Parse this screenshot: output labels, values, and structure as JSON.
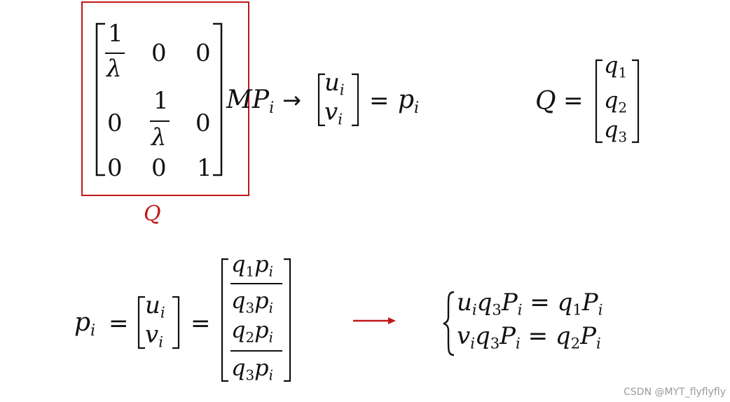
{
  "colors": {
    "highlight": "#c01818",
    "text": "#111111",
    "watermark": "#9a9a9a"
  },
  "matrix_box_label": "Q",
  "scale_matrix": {
    "one": "1",
    "zero": "0",
    "lambda": "λ"
  },
  "eq1": {
    "M": "M",
    "P": "P",
    "sub_i": "i",
    "arrow": "→",
    "u": "u",
    "v": "v",
    "equals": "=",
    "p": "p"
  },
  "q_def": {
    "Q": "Q",
    "equals": "=",
    "q": "q",
    "s1": "1",
    "s2": "2",
    "s3": "3"
  },
  "eq2": {
    "p": "p",
    "i": "i",
    "equals": "=",
    "u": "u",
    "v": "v",
    "q": "q",
    "s1": "1",
    "s2": "2",
    "s3": "3"
  },
  "system": {
    "line1": {
      "u": "u",
      "i": "i",
      "q": "q",
      "s3": "3",
      "P": "P",
      "equals": "=",
      "s1": "1"
    },
    "line2": {
      "v": "v",
      "i": "i",
      "q": "q",
      "s3": "3",
      "P": "P",
      "equals": "=",
      "s2": "2"
    }
  },
  "watermark": "CSDN @MYT_flyflyfly"
}
